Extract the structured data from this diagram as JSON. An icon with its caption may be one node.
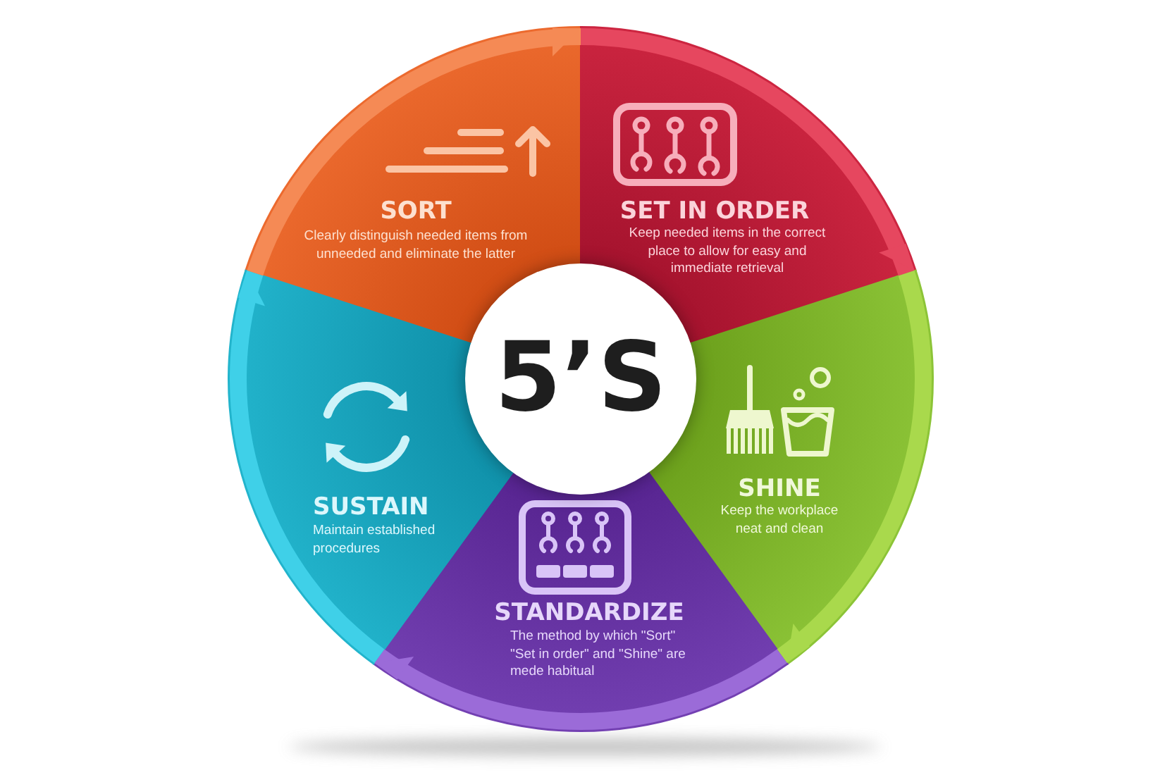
{
  "diagram": {
    "nodes": [
      {
        "text": [
          "5’S"
        ]
      },
      {
        "text": [
          "SORT",
          "Clearly distinguish needed items from unneeded and eliminate the latter"
        ]
      },
      {
        "text": [
          "SET IN ORDER",
          "Keep needed items in the correct place to allow for easy and immediate retrieval"
        ]
      },
      {
        "text": [
          "SHINE",
          "Keep the workplace neat and clean"
        ]
      },
      {
        "text": [
          "STANDARDIZE",
          "The method by which \"Sort\" \"Set in order\" and \"Shine\" are mede habitual"
        ]
      },
      {
        "text": [
          "SUSTAIN",
          "Maintain established procedures"
        ]
      }
    ],
    "edges": [
      {
        "from": 1,
        "to": 2,
        "arrow": "to",
        "color": "#f58a55"
      },
      {
        "from": 2,
        "to": 3,
        "arrow": "to",
        "color": "#e6475f"
      },
      {
        "from": 3,
        "to": 4,
        "arrow": "to",
        "color": "#a9d94c"
      },
      {
        "from": 4,
        "to": 5,
        "arrow": "to",
        "color": "#9b6bd8"
      },
      {
        "from": 5,
        "to": 1,
        "arrow": "to",
        "color": "#3fd0e8"
      }
    ]
  }
}
